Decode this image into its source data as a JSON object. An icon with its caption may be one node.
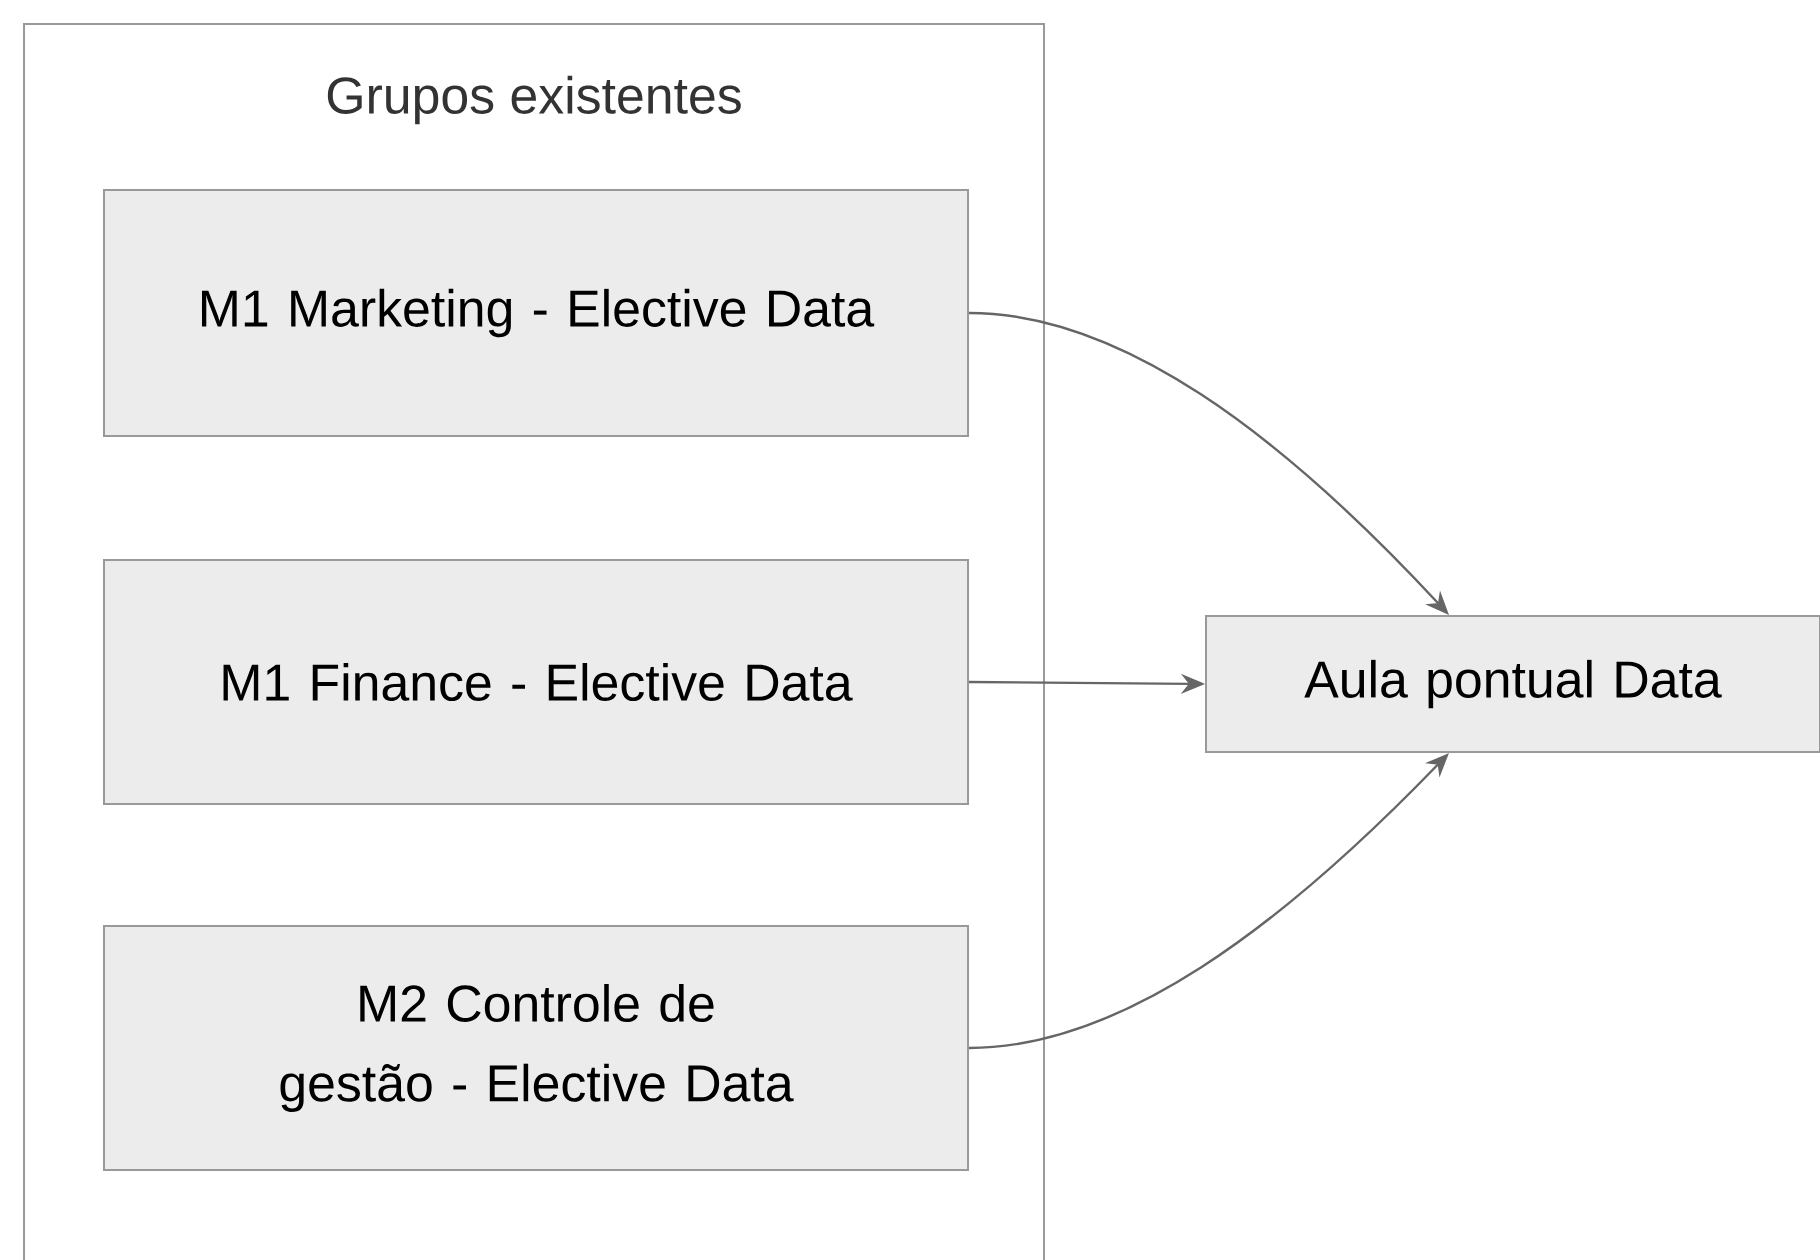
{
  "diagram": {
    "nodes": [
      {
        "text": [
          "Grupos existentes"
        ]
      },
      {
        "text": [
          "M1 Marketing - Elective Data"
        ],
        "in": 0
      },
      {
        "text": [
          "M1 Finance - Elective Data"
        ],
        "in": 0
      },
      {
        "text": [
          "M2 Controle de gestão - Elective Data"
        ],
        "in": 0
      },
      {
        "text": [
          "Aula pontual Data"
        ]
      }
    ],
    "edges": [
      {
        "from": 1,
        "to": 4,
        "arrow": "to"
      },
      {
        "from": 2,
        "to": 4,
        "arrow": "to"
      },
      {
        "from": 3,
        "to": 4,
        "arrow": "to"
      }
    ]
  }
}
